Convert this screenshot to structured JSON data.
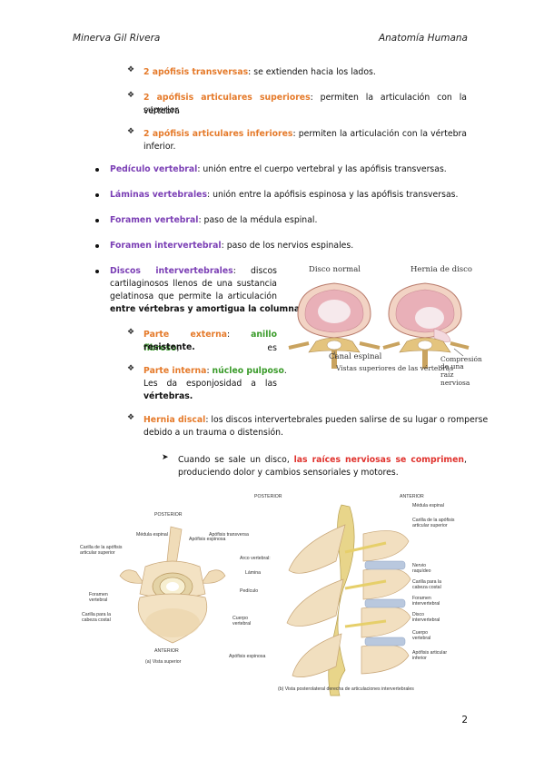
{
  "header": {
    "author": "Minerva Gil Rivera",
    "subject": "Anatomía Humana"
  },
  "page_number": "2",
  "sub_items": [
    {
      "term": "2 apófisis transversas",
      "rest": ": se extienden hacia los lados."
    },
    {
      "term": "2 apófisis articulares superiores",
      "rest_line1": ": permiten la articulación con la vértebra",
      "rest_line2": "superior."
    },
    {
      "term": "2 apófisis articulares inferiores",
      "rest_line1": ": permiten la articulación con la vértebra",
      "rest_line2": "inferior."
    }
  ],
  "bullets": [
    {
      "term": "Pedículo vertebral",
      "rest": ": unión entre el cuerpo vertebral y las apófisis transversas."
    },
    {
      "term": "Láminas vertebrales",
      "rest": ": unión entre la apófisis espinosa y las apófisis transversas."
    },
    {
      "term": "Foramen vertebral",
      "rest": ": paso de la médula espinal."
    },
    {
      "term": "Foramen intervertebral",
      "rest": ": paso de los nervios espinales."
    }
  ],
  "discs": {
    "term": "Discos intervertebrales",
    "line1_rest": ": discos",
    "line2": "cartilaginosos llenos de una sustancia",
    "line3": "gelatinosa que permite la articulación",
    "line4": "entre vértebras y amortigua la columna.",
    "external": {
      "term": "Parte externa",
      "colon": ": ",
      "value": "anillo fibroso",
      "rest": ", es",
      "line2": "resistente."
    },
    "internal": {
      "term": "Parte interna",
      "colon": ": ",
      "value": "núcleo pulposo",
      "rest": ".",
      "line2": "Les da esponjosidad a las",
      "line3": "vértebras."
    },
    "hernia": {
      "term": "Hernia discal",
      "rest": ": los discos intervertebrales pueden salirse de su lugar o romperse",
      "line2": "debido a un trauma o distensión."
    },
    "arrow_item": {
      "pre": "Cuando se sale un disco, ",
      "red": "las raíces nerviosas se comprimen",
      "post": ",",
      "line2": "produciendo dolor y cambios sensoriales y motores."
    }
  },
  "figure_hernia": {
    "label_normal": "Disco normal",
    "label_hernia": "Hernia de disco",
    "label_canal": "Canal espinal",
    "label_compression_1": "Compresión",
    "label_compression_2": "de una",
    "label_compression_3": "raíz nerviosa",
    "caption": "Vistas superiores de las vértebras"
  },
  "figure_anatomy": {
    "left": {
      "posterior": "POSTERIOR",
      "anterior": "ANTERIOR",
      "caption": "(a) Vista superior",
      "labels": {
        "medula": "Médula espinal",
        "apof_espinosa": "Apófisis espinosa",
        "apof_transversa": "Apófisis transversa",
        "carilla_sup_1": "Carilla de la apófisis",
        "carilla_sup_2": "articular superior",
        "foramen_1": "Foramen",
        "foramen_2": "vertebral",
        "carilla_costal_1": "Carilla para la",
        "carilla_costal_2": "cabeza costal",
        "cuerpo_1": "Cuerpo",
        "cuerpo_2": "vertebral"
      }
    },
    "right": {
      "posterior": "POSTERIOR",
      "anterior": "ANTERIOR",
      "caption": "(b) Vista posterolateral derecha de articulaciones intervertebrales",
      "labels": {
        "arco": "Arco vertebral:",
        "lamina": "Lámina",
        "pediculo": "Pedículo",
        "apof_espinosa": "Apófisis espinosa",
        "medula": "Médula espinal",
        "carilla_sup_1": "Carilla de la apófisis",
        "carilla_sup_2": "articular superior",
        "nervio_1": "Nervio",
        "nervio_2": "raquídeo",
        "carilla_costal_1": "Carilla para la",
        "carilla_costal_2": "cabeza costal",
        "foramen_1": "Foramen",
        "foramen_2": "intervertebral",
        "disco_1": "Disco",
        "disco_2": "intervertebral",
        "cuerpo_1": "Cuerpo",
        "cuerpo_2": "vertebral",
        "apof_inf_1": "Apófisis articular",
        "apof_inf_2": "inferior"
      }
    }
  }
}
